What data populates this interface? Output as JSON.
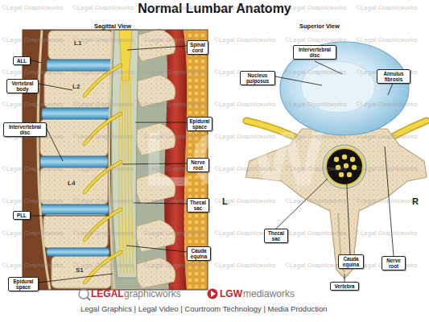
{
  "diagram": {
    "title": "Normal Lumbar Anatomy",
    "nodes": [
      {
        "text": [
          "Spinal cord"
        ]
      },
      {
        "text": [
          "ALL"
        ]
      },
      {
        "text": [
          "Vertebral body"
        ]
      },
      {
        "text": [
          "Epidural space"
        ]
      },
      {
        "text": [
          "Intervertebral disc"
        ]
      },
      {
        "text": [
          "Nerve root"
        ]
      },
      {
        "text": [
          "Thecal sac"
        ]
      },
      {
        "text": [
          "PLL"
        ]
      },
      {
        "text": [
          "Cauda equina"
        ]
      },
      {
        "text": [
          "Epidural space"
        ]
      },
      {
        "text": [
          "Intervertebral disc"
        ]
      },
      {
        "text": [
          "Nucleus pulposus"
        ]
      },
      {
        "text": [
          "Annulus fibrosis"
        ]
      },
      {
        "text": [
          "Thecal sac"
        ]
      },
      {
        "text": [
          "Cauda equina"
        ]
      },
      {
        "text": [
          "Nerve root"
        ]
      },
      {
        "text": [
          "Vertebra"
        ]
      }
    ],
    "labels": [
      "Sagittal View",
      "Superior View",
      "L1",
      "L2",
      "L4",
      "S1",
      "L",
      "R",
      "LGW",
      "LEGAL",
      "graphicworks",
      "LGW",
      "mediaworks",
      "Legal Graphics | Legal Video | Courtroom Technology | Media Production",
      "©Legal Graphicworks",
      "©Legal Graphicworks",
      "©Legal Graphicworks",
      "©Legal Graphicworks",
      "©Legal Graphicworks",
      "©Legal Graphicworks",
      "©Legal Graphicworks",
      "©Legal Graphicworks",
      "©Legal Graphicworks",
      "©Legal Graphicworks",
      "©Legal Graphicworks",
      "©Legal Graphicworks",
      "©Legal Graphicworks",
      "©Legal Graphicworks",
      "©Legal Graphicworks",
      "©Legal Graphicworks",
      "©Legal Graphicworks",
      "©Legal Graphicworks",
      "©Legal Graphicworks",
      "©Legal Graphicworks",
      "©Legal Graphicworks",
      "©Legal Graphicworks",
      "©Legal Graphicworks",
      "©Legal Graphicworks",
      "©Legal Graphicworks",
      "©Legal Graphicworks",
      "©Legal Graphicworks",
      "©Legal Graphicworks",
      "©Legal Graphicworks",
      "©Legal Graphicworks",
      "©Legal Graphicworks",
      "©Legal Graphicworks",
      "©Legal Graphicworks",
      "©Legal Graphicworks",
      "©Legal Graphicworks",
      "©Legal Graphicworks",
      "©Legal Graphicworks",
      "©Legal Graphicworks",
      "©Legal Graphicworks",
      "©Legal Graphicworks",
      "©Legal Graphicworks",
      "©Legal Graphicworks",
      "©Legal Graphicworks",
      "©Legal Graphicworks",
      "©Legal Graphicworks",
      "©Legal Graphicworks",
      "©Legal Graphicworks",
      "©Legal Graphicworks",
      "©Legal Graphicworks",
      "©Legal Graphicworks",
      "©Legal Graphicworks",
      "©Legal Graphicworks",
      "©Legal Graphicworks",
      "©Legal Graphicworks"
    ]
  }
}
